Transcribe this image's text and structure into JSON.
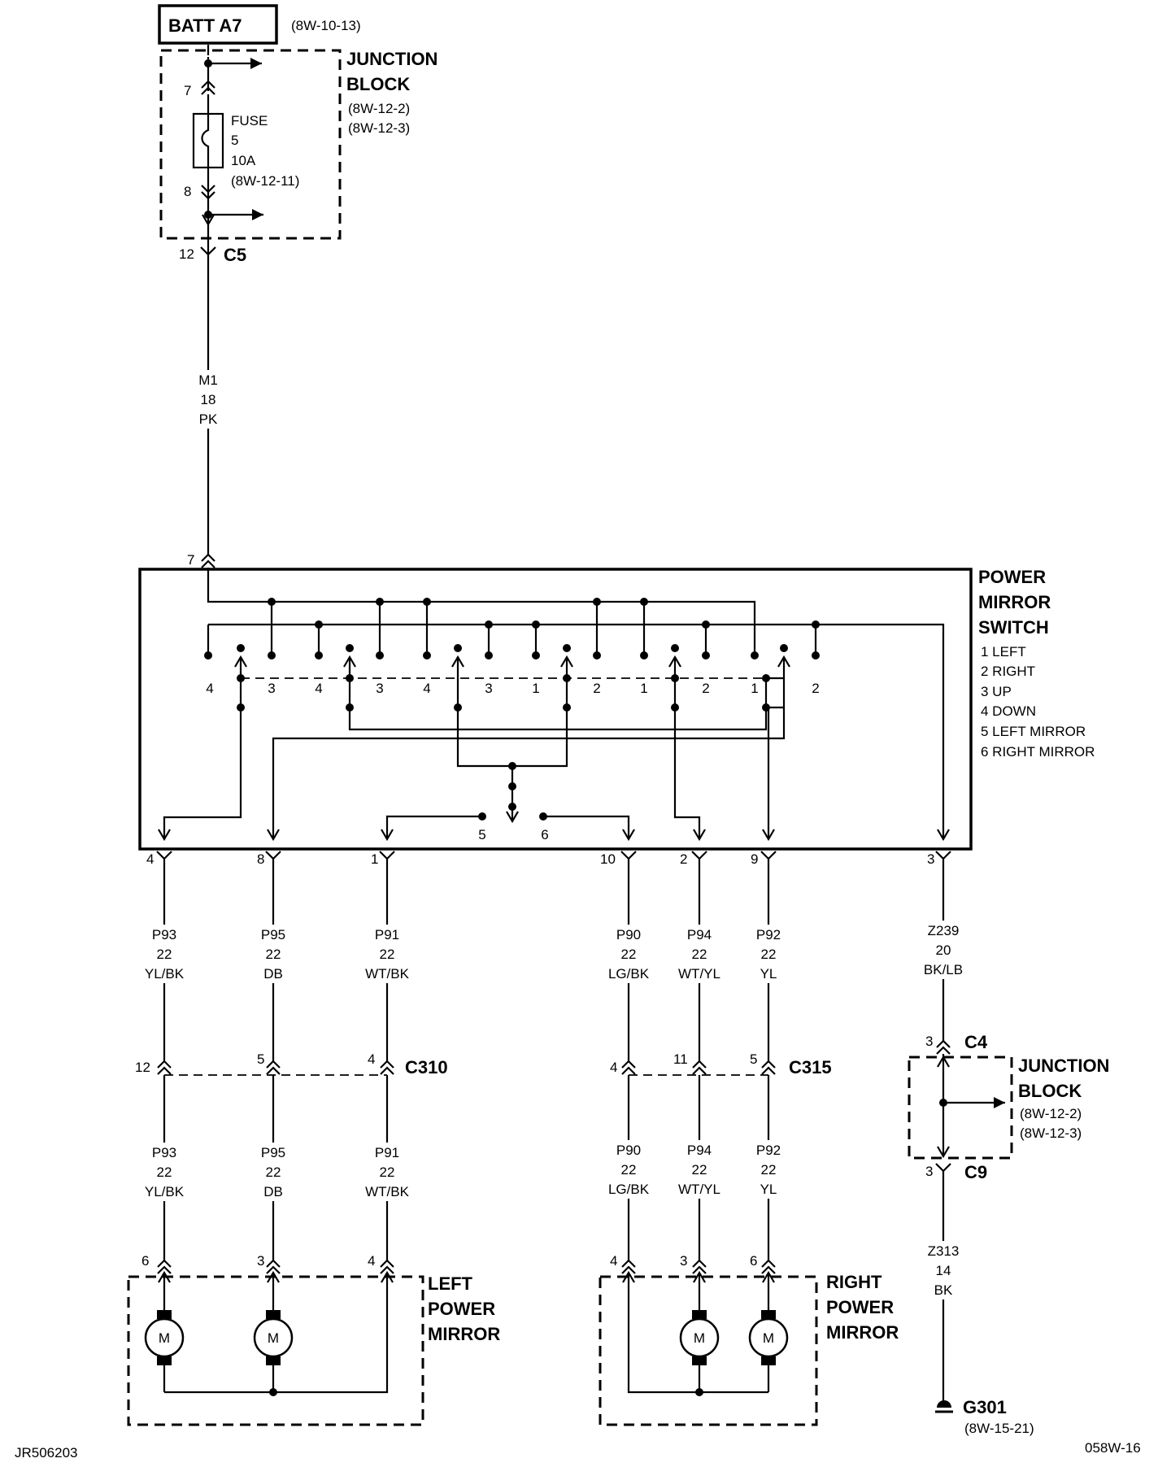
{
  "battery": {
    "label": "BATT A7",
    "ref": "(8W-10-13)"
  },
  "junction_block_top": {
    "title_line1": "JUNCTION",
    "title_line2": "BLOCK",
    "ref1": "(8W-12-2)",
    "ref2": "(8W-12-3)",
    "fuse": {
      "label": "FUSE",
      "number": "5",
      "rating": "10A",
      "ref": "(8W-12-11)"
    },
    "pin_in": "7",
    "pin_out": "8"
  },
  "connector_c5": {
    "name": "C5",
    "pin": "12"
  },
  "wire_m1": {
    "circuit": "M1",
    "gauge": "18",
    "color": "PK"
  },
  "power_mirror_switch": {
    "title_line1": "POWER",
    "title_line2": "MIRROR",
    "title_line3": "SWITCH",
    "legend": [
      "1 LEFT",
      "2 RIGHT",
      "3 UP",
      "4 DOWN",
      "5 LEFT MIRROR",
      "6 RIGHT MIRROR"
    ],
    "input_pin": "7",
    "contact_labels": [
      "4",
      "3",
      "4",
      "3",
      "4",
      "3",
      "1",
      "2",
      "1",
      "2",
      "1",
      "2"
    ],
    "selector_labels": [
      "5",
      "6"
    ]
  },
  "switch_outputs": [
    {
      "pin": "4",
      "circuit": "P93",
      "gauge": "22",
      "color": "YL/BK"
    },
    {
      "pin": "8",
      "circuit": "P95",
      "gauge": "22",
      "color": "DB"
    },
    {
      "pin": "1",
      "circuit": "P91",
      "gauge": "22",
      "color": "WT/BK"
    },
    {
      "pin": "10",
      "circuit": "P90",
      "gauge": "22",
      "color": "LG/BK"
    },
    {
      "pin": "2",
      "circuit": "P94",
      "gauge": "22",
      "color": "WT/YL"
    },
    {
      "pin": "9",
      "circuit": "P92",
      "gauge": "22",
      "color": "YL"
    },
    {
      "pin": "3",
      "circuit": "Z239",
      "gauge": "20",
      "color": "BK/LB"
    }
  ],
  "connector_c310": {
    "name": "C310",
    "pins": [
      "12",
      "5",
      "4"
    ]
  },
  "connector_c315": {
    "name": "C315",
    "pins": [
      "4",
      "11",
      "5"
    ]
  },
  "lower_wires": [
    {
      "circuit": "P93",
      "gauge": "22",
      "color": "YL/BK"
    },
    {
      "circuit": "P95",
      "gauge": "22",
      "color": "DB"
    },
    {
      "circuit": "P91",
      "gauge": "22",
      "color": "WT/BK"
    },
    {
      "circuit": "P90",
      "gauge": "22",
      "color": "LG/BK"
    },
    {
      "circuit": "P94",
      "gauge": "22",
      "color": "WT/YL"
    },
    {
      "circuit": "P92",
      "gauge": "22",
      "color": "YL"
    }
  ],
  "left_power_mirror": {
    "title_line1": "LEFT",
    "title_line2": "POWER",
    "title_line3": "MIRROR",
    "pins": [
      "6",
      "3",
      "4"
    ],
    "motor_label": "M"
  },
  "right_power_mirror": {
    "title_line1": "RIGHT",
    "title_line2": "POWER",
    "title_line3": "MIRROR",
    "pins": [
      "4",
      "3",
      "6"
    ],
    "motor_label": "M"
  },
  "junction_block_bottom": {
    "title_line1": "JUNCTION",
    "title_line2": "BLOCK",
    "ref1": "(8W-12-2)",
    "ref2": "(8W-12-3)",
    "c4": {
      "name": "C4",
      "pin": "3"
    },
    "c9": {
      "name": "C9",
      "pin": "3"
    }
  },
  "wire_z313": {
    "circuit": "Z313",
    "gauge": "14",
    "color": "BK"
  },
  "ground": {
    "name": "G301",
    "ref": "(8W-15-21)"
  },
  "footer": {
    "left": "JR506203",
    "right": "058W-16"
  }
}
